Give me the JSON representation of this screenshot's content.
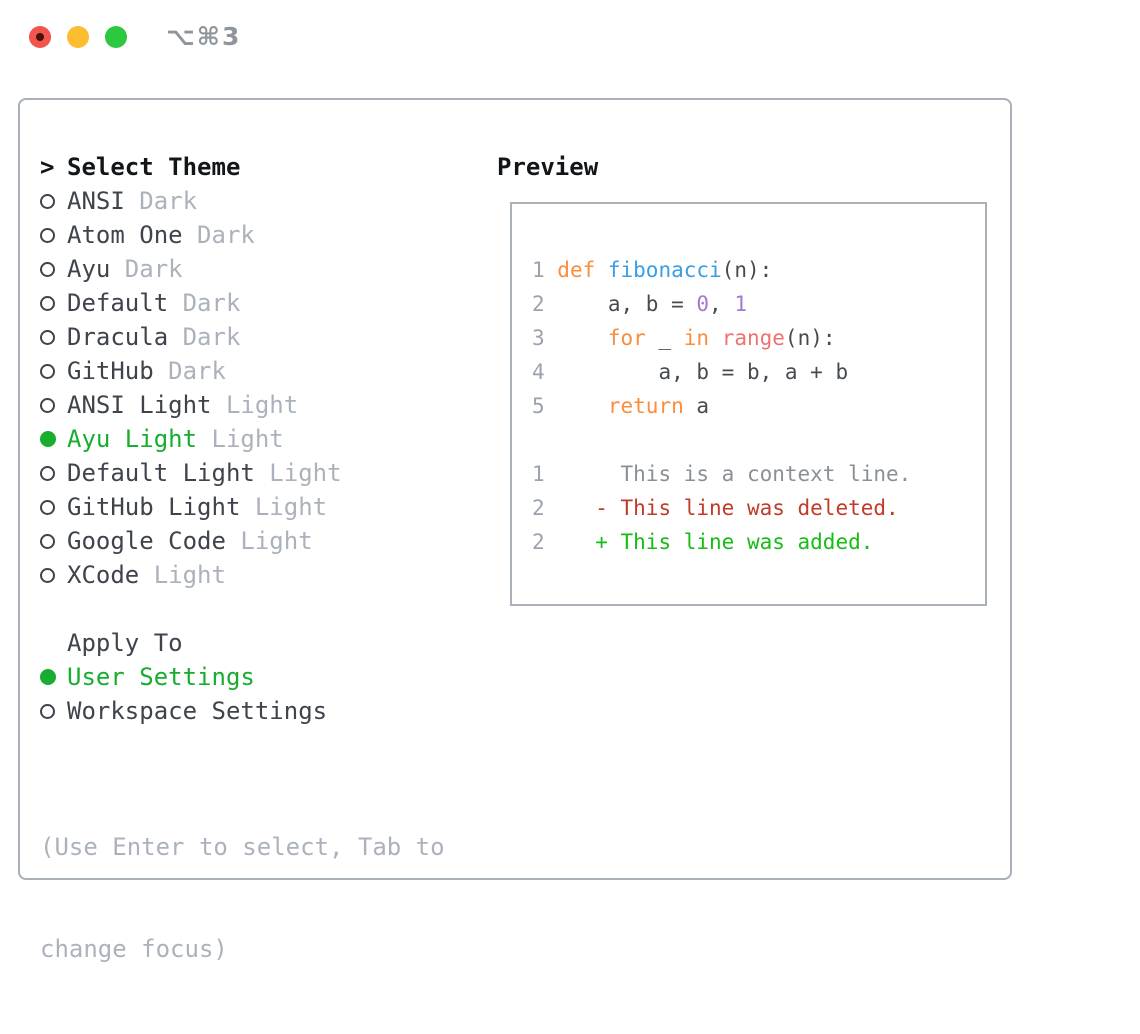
{
  "titlebar": {
    "title": "⌥⌘3"
  },
  "theme_picker": {
    "header_prefix": ">",
    "header": "Select Theme",
    "items": [
      {
        "name": "ANSI",
        "variant": "Dark",
        "selected": false
      },
      {
        "name": "Atom One",
        "variant": "Dark",
        "selected": false
      },
      {
        "name": "Ayu",
        "variant": "Dark",
        "selected": false
      },
      {
        "name": "Default",
        "variant": "Dark",
        "selected": false
      },
      {
        "name": "Dracula",
        "variant": "Dark",
        "selected": false
      },
      {
        "name": "GitHub",
        "variant": "Dark",
        "selected": false
      },
      {
        "name": "ANSI Light",
        "variant": "Light",
        "selected": false
      },
      {
        "name": "Ayu Light",
        "variant": "Light",
        "selected": true
      },
      {
        "name": "Default Light",
        "variant": "Light",
        "selected": false
      },
      {
        "name": "GitHub Light",
        "variant": "Light",
        "selected": false
      },
      {
        "name": "Google Code",
        "variant": "Light",
        "selected": false
      },
      {
        "name": "XCode",
        "variant": "Light",
        "selected": false
      }
    ]
  },
  "apply_to": {
    "header": "Apply To",
    "options": [
      {
        "label": "User Settings",
        "selected": true
      },
      {
        "label": "Workspace Settings",
        "selected": false
      }
    ]
  },
  "hint": {
    "line1": "(Use Enter to select, Tab to",
    "line2": "change focus)"
  },
  "preview": {
    "header": "Preview",
    "lines": [
      [
        [
          "1 ",
          "ln"
        ],
        [
          "def ",
          "kw"
        ],
        [
          "fibonacci",
          "fn"
        ],
        [
          "(n):",
          "fg"
        ]
      ],
      [
        [
          "2 ",
          "ln"
        ],
        [
          "    a, b = ",
          "fg"
        ],
        [
          "0",
          "num"
        ],
        [
          ", ",
          "fg"
        ],
        [
          "1",
          "num"
        ]
      ],
      [
        [
          "3 ",
          "ln"
        ],
        [
          "    ",
          "fg"
        ],
        [
          "for",
          "kw"
        ],
        [
          " _ ",
          "fg"
        ],
        [
          "in",
          "kw"
        ],
        [
          " ",
          "fg"
        ],
        [
          "range",
          "call"
        ],
        [
          "(n):",
          "fg"
        ]
      ],
      [
        [
          "4 ",
          "ln"
        ],
        [
          "        a, b = b, a + b",
          "fg"
        ]
      ],
      [
        [
          "5 ",
          "ln"
        ],
        [
          "    ",
          "fg"
        ],
        [
          "return",
          "kw"
        ],
        [
          " a",
          "fg"
        ]
      ],
      [],
      [
        [
          "1 ",
          "ln"
        ],
        [
          "     This is a context line.",
          "ctx"
        ]
      ],
      [
        [
          "2 ",
          "ln"
        ],
        [
          "   - This line was deleted.",
          "del"
        ]
      ],
      [
        [
          "2 ",
          "ln"
        ],
        [
          "   + This line was added.",
          "add"
        ]
      ]
    ]
  },
  "colors": {
    "ui_green": "#17ad2f",
    "panel_border": "#a9b0b8",
    "text_primary": "#3f444c",
    "text_muted": "#acb2bc",
    "header": "#131619",
    "title": "#8f959c",
    "light_red": "#f2554d",
    "light_yellow": "#fcbd30",
    "light_green": "#2bc840",
    "keyword": "#fa8d3e",
    "function": "#399ee6",
    "call": "#f07171",
    "number": "#a37acc",
    "code_fg": "#464b52",
    "line_number": "#9aa2ad",
    "context": "#8a9096",
    "deleted": "#c23a28",
    "added": "#15bd15"
  }
}
